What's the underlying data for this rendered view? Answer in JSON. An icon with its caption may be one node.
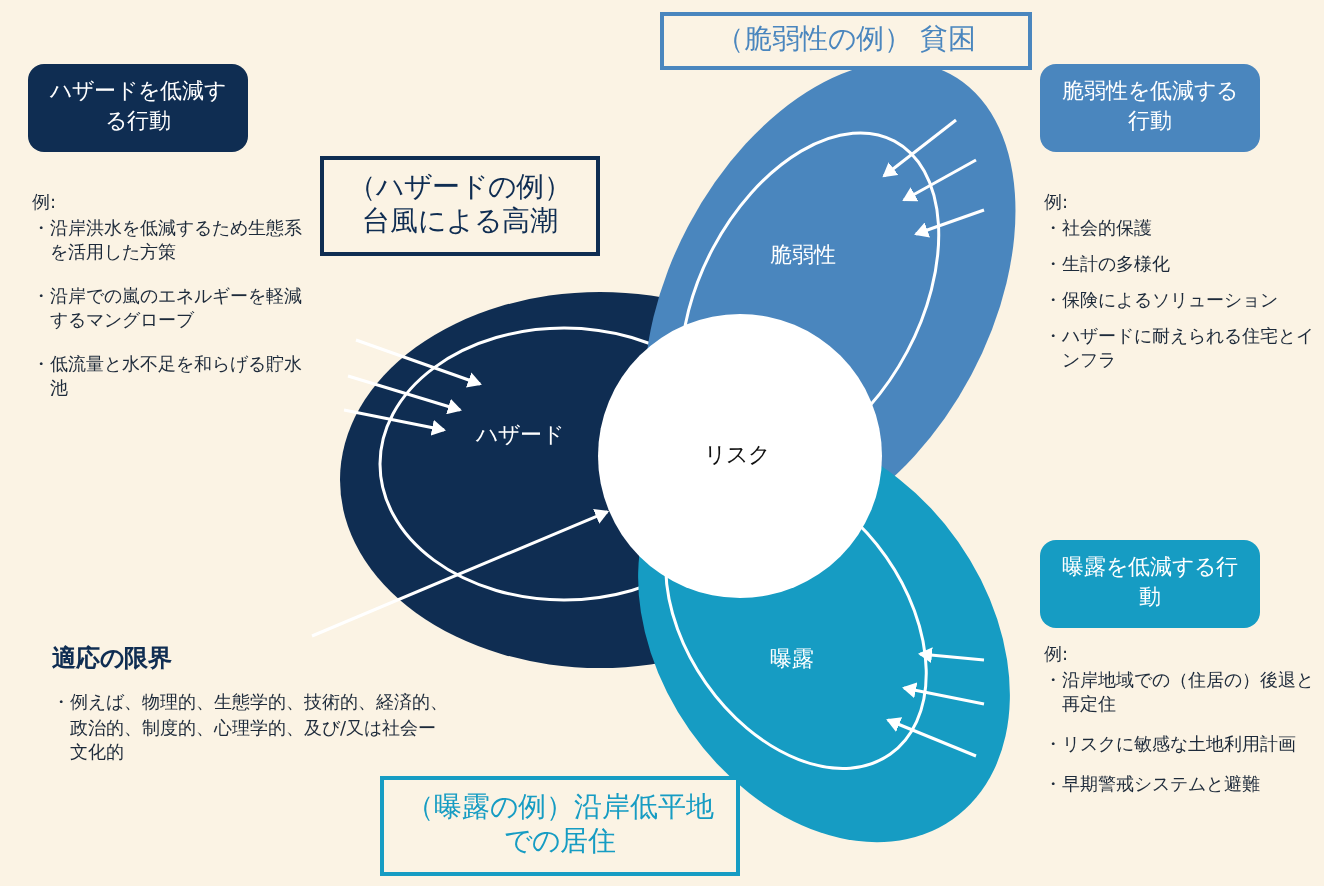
{
  "diagram": {
    "nodes": [
      {
        "text": [
          "ハザードを低減する行動"
        ]
      },
      {
        "text": [
          "（ハザードの例）台風による高潮"
        ]
      },
      {
        "text": [
          "（脆弱性の例） 貧困"
        ]
      },
      {
        "text": [
          "脆弱性を低減する行動"
        ]
      },
      {
        "text": [
          "ハザード"
        ]
      },
      {
        "text": [
          "脆弱性"
        ]
      },
      {
        "text": [
          "曝露"
        ]
      },
      {
        "text": [
          "リスク"
        ]
      },
      {
        "text": [
          "曝露を低減する行動"
        ]
      },
      {
        "text": [
          "適応の限界",
          "・例えば、物理的、生態学的、技術的、経済的、政治的、制度的、心理学的、及び/又は社会ー文化的"
        ]
      },
      {
        "text": [
          "（曝露の例）沿岸低平地での居住"
        ]
      }
    ],
    "edges": [
      {
        "from": 9,
        "to": 7,
        "arrow": "to"
      }
    ],
    "labels": [
      "例:",
      "・沿岸洪水を低減するため生態系を活用した方策",
      "・沿岸での嵐のエネルギーを軽減するマングローブ",
      "・低流量と水不足を和らげる貯水池",
      "例:",
      "・社会的保護",
      "・生計の多様化",
      "・保険によるソリューション",
      "・ハザードに耐えられる住宅とインフラ",
      "例:",
      "・沿岸地域での（住居の）後退と再定住",
      "・リスクに敏感な土地利用計画",
      "・早期警戒システムと避難"
    ]
  }
}
